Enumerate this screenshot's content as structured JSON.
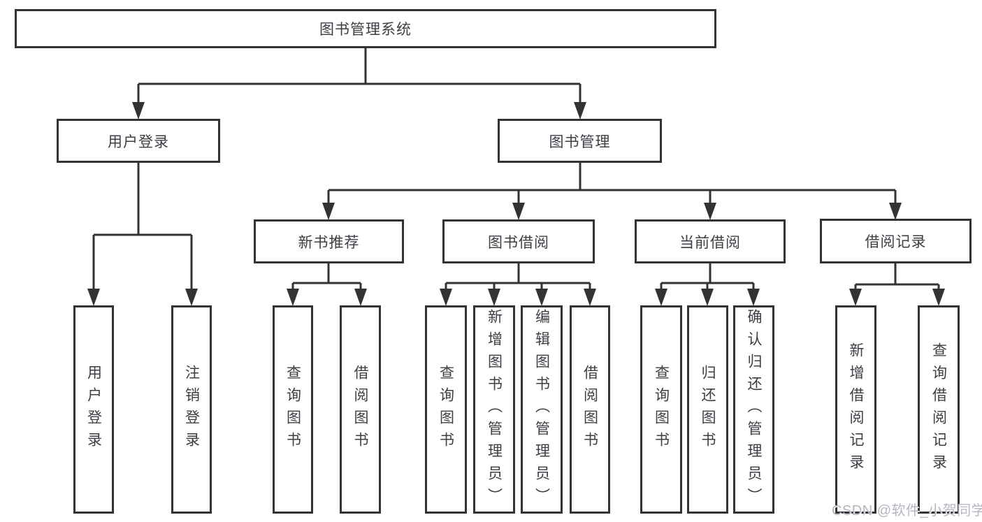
{
  "diagram": {
    "root": {
      "label": "图书管理系统"
    },
    "level2": [
      {
        "label": "用户登录",
        "children": [
          {
            "label": "用户登录"
          },
          {
            "label": "注销登录"
          }
        ]
      },
      {
        "label": "图书管理",
        "children": [
          {
            "label": "新书推荐",
            "children": [
              {
                "label": "查询图书"
              },
              {
                "label": "借阅图书"
              }
            ]
          },
          {
            "label": "图书借阅",
            "children": [
              {
                "label": "查询图书"
              },
              {
                "label": "新增图书（管理员）"
              },
              {
                "label": "编辑图书（管理员）"
              },
              {
                "label": "借阅图书"
              }
            ]
          },
          {
            "label": "当前借阅",
            "children": [
              {
                "label": "查询图书"
              },
              {
                "label": "归还图书"
              },
              {
                "label": "确认归还（管理员）"
              }
            ]
          },
          {
            "label": "借阅记录",
            "children": [
              {
                "label": "新增借阅记录"
              },
              {
                "label": "查询借阅记录"
              }
            ]
          }
        ]
      }
    ]
  },
  "watermark": {
    "text": "CSDN @软件_小贺同学"
  },
  "colors": {
    "line": "#333333",
    "box_border": "#333333",
    "box_background": "#ffffff",
    "text": "#3c3e44",
    "watermark": "#b3b7bf",
    "page_background": "#ffffff"
  }
}
